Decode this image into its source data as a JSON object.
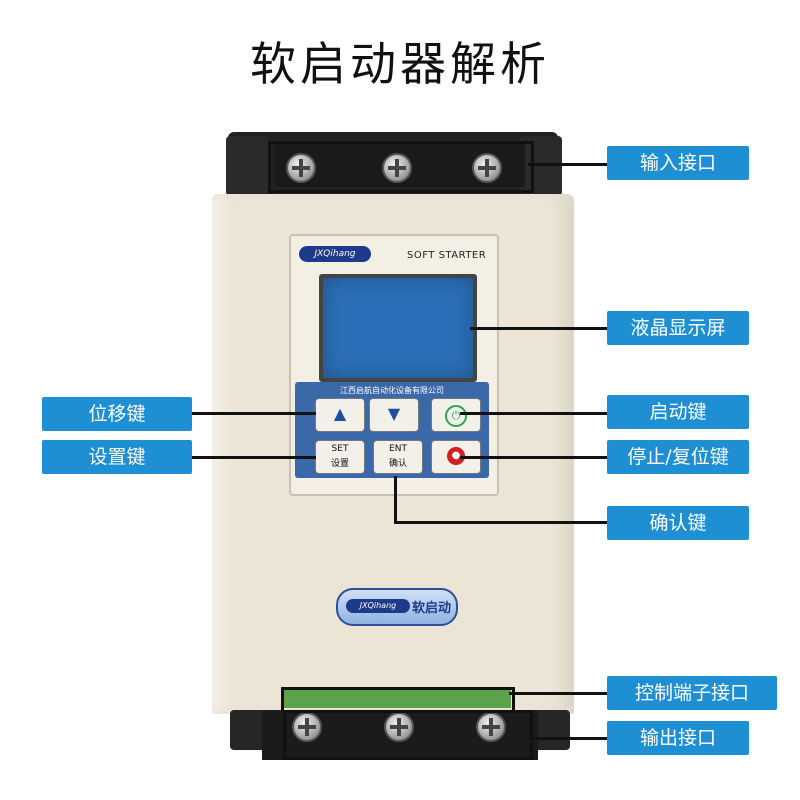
{
  "title": "软启动器解析",
  "device": {
    "brand": "JXQihang",
    "model_label": "SOFT STARTER",
    "company": "江西启航自动化设备有限公司",
    "keys": {
      "up_symbol": "▲",
      "down_symbol": "▼",
      "run_symbol": "⏻",
      "stop_symbol": "●",
      "set_top": "SET",
      "set_bottom": "设置",
      "ent_top": "ENT",
      "ent_bottom": "确认"
    },
    "bottom_logo_brand": "JXQihang",
    "bottom_logo_text": "软启动"
  },
  "callouts": {
    "input_terminal": "输入接口",
    "lcd_screen": "液晶显示屏",
    "shift_key": "位移键",
    "start_key": "启动键",
    "set_key": "设置键",
    "stop_reset_key": "停止/复位键",
    "confirm_key": "确认键",
    "control_terminal": "控制端子接口",
    "output_terminal": "输出接口"
  },
  "colors": {
    "callout_bg": "#1f8fd3",
    "body": "#ece5d6",
    "keypad": "#3b68a8",
    "lcd": "#2a6fb8"
  }
}
